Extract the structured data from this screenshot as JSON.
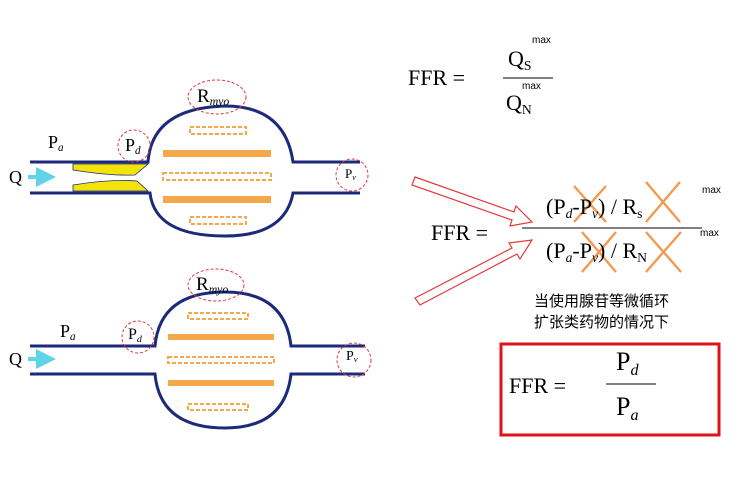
{
  "colors": {
    "vessel": "#1c2a7a",
    "stenosis": "#f2e40a",
    "bars": "#f5a84a",
    "arrow": "#5fd3e8",
    "annotation_circle": "#e23a3a",
    "highlight_box": "#e0121a"
  },
  "diagram_top": {
    "pressure_aortic": "P",
    "pressure_aortic_sub": "a",
    "pressure_distal": "P",
    "pressure_distal_sub": "d",
    "pressure_venous": "P",
    "pressure_venous_sub": "v",
    "resistance": "R",
    "resistance_sub": "myo",
    "flow": "Q"
  },
  "diagram_bottom": {
    "pressure_aortic": "P",
    "pressure_aortic_sub": "a",
    "pressure_distal": "P",
    "pressure_distal_sub": "d",
    "pressure_venous": "P",
    "pressure_venous_sub": "v",
    "resistance": "R",
    "resistance_sub": "myo",
    "flow": "Q"
  },
  "formula1": {
    "lhs": "FFR =",
    "num": "Q",
    "num_sub": "S",
    "num_sup": "max",
    "den": "Q",
    "den_sub": "N",
    "den_sup": "max"
  },
  "formula2": {
    "lhs": "FFR =",
    "num_open": "(P",
    "num_sub1": "d",
    "num_dash": "-P",
    "num_sub2": "v",
    "num_close": ") / R",
    "num_sub3": "s",
    "num_sup": "max",
    "den_open": "(P",
    "den_sub1": "a",
    "den_dash": "-P",
    "den_sub2": "v",
    "den_close": ") / R",
    "den_sub3": "N",
    "den_sup": "max"
  },
  "note_line1": "当使用腺苷等微循环",
  "note_line2": "扩张类药物的情况下",
  "formula3": {
    "lhs": "FFR =",
    "num": "P",
    "num_sub": "d",
    "den": "P",
    "den_sub": "a"
  }
}
